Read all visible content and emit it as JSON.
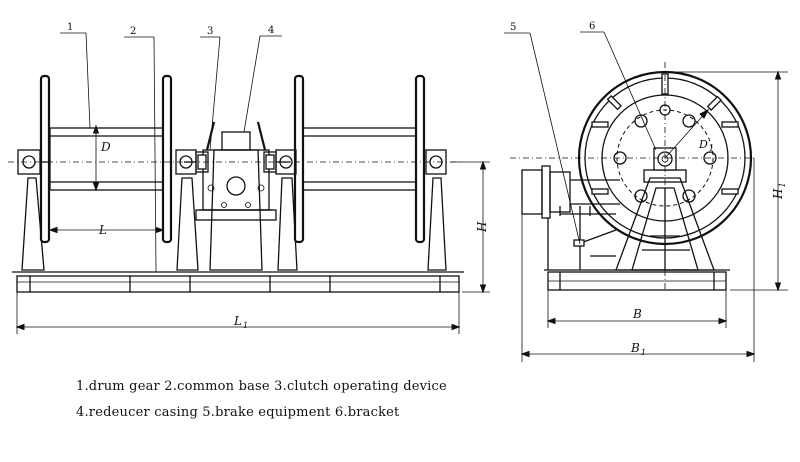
{
  "callouts": [
    "1",
    "2",
    "3",
    "4",
    "5",
    "6"
  ],
  "dimensions": {
    "D": "D",
    "L": "L",
    "H": "H",
    "L1": "L",
    "L1_sub": "1",
    "D1": "D",
    "D1_sub": "1",
    "H1": "H",
    "H1_sub": "1",
    "B": "B",
    "B1": "B",
    "B1_sub": "1"
  },
  "legend": {
    "line1": "1.drum gear 2.common base 3.clutch operating device",
    "line2": "4.redeucer casing 5.brake equipment 6.bracket"
  }
}
